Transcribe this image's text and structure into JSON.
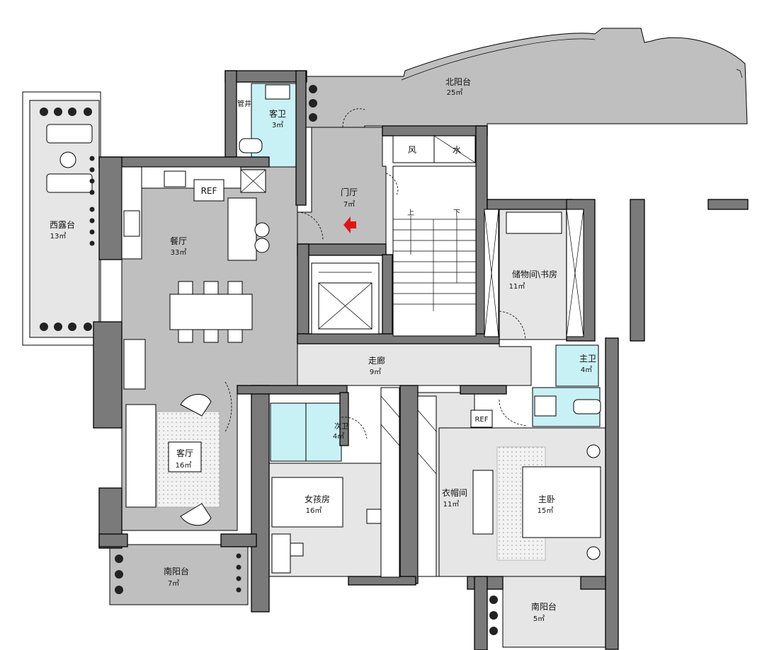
{
  "rooms": {
    "north_balcony": {
      "name": "北阳台",
      "area": "25㎡"
    },
    "guest_bath": {
      "name": "客卫",
      "area": "3㎡"
    },
    "shaft": {
      "name": "管井"
    },
    "foyer": {
      "name": "门厅",
      "area": "7㎡"
    },
    "wind": {
      "name": "风"
    },
    "water": {
      "name": "水"
    },
    "west_terrace": {
      "name": "西露台",
      "area": "13㎡"
    },
    "dining": {
      "name": "餐厅",
      "area": "33㎡"
    },
    "storage": {
      "name": "储物间\\书房",
      "area": "11㎡"
    },
    "corridor": {
      "name": "走廊",
      "area": "9㎡"
    },
    "master_bath": {
      "name": "主卫",
      "area": "4㎡"
    },
    "second_bath": {
      "name": "次卫",
      "area": "4㎡"
    },
    "living": {
      "name": "客厅",
      "area": "16㎡"
    },
    "girl_room": {
      "name": "女孩房",
      "area": "16㎡"
    },
    "closet": {
      "name": "衣帽间",
      "area": "11㎡"
    },
    "master_bed": {
      "name": "主卧",
      "area": "15㎡"
    },
    "south_balcony_left": {
      "name": "南阳台",
      "area": "7㎡"
    },
    "south_balcony_right": {
      "name": "南阳台",
      "area": "5㎡"
    }
  },
  "fixtures": {
    "fridge_1": "REF",
    "fridge_2": "REF",
    "stairs_up": "上",
    "stairs_down": "下"
  }
}
